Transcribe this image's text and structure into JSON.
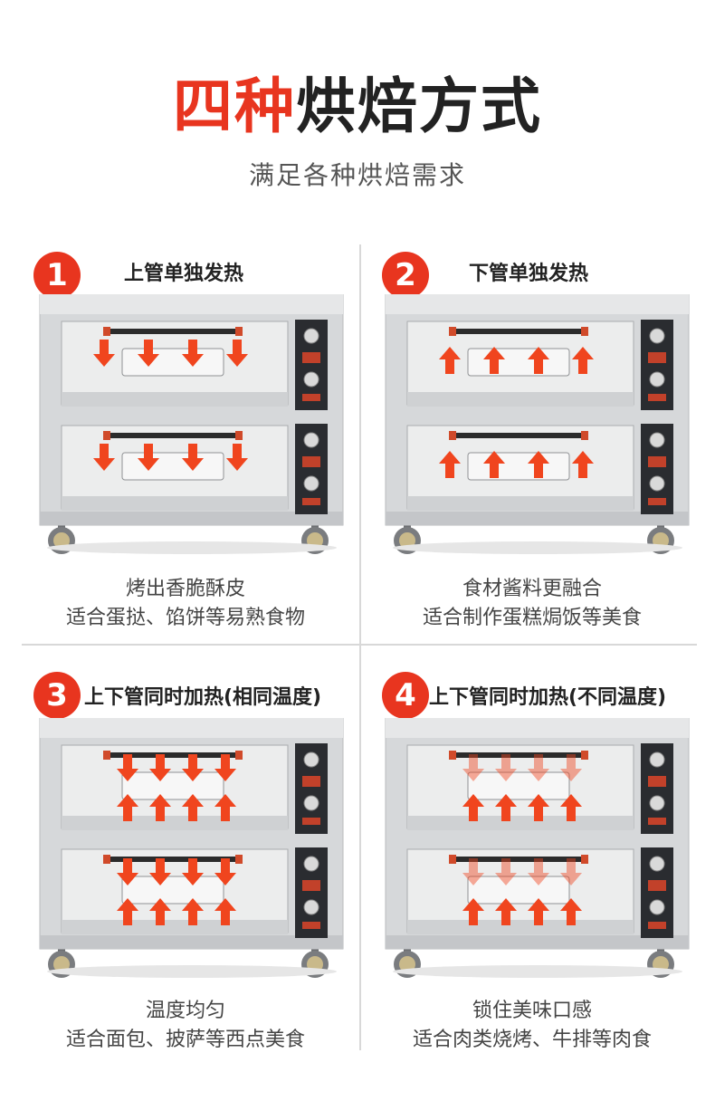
{
  "title": {
    "highlight": "四种",
    "rest": "烘焙方式"
  },
  "subtitle": "满足各种烘焙需求",
  "modes": [
    {
      "number": "1",
      "label": "上管单独发热",
      "line1": "烤出香脆酥皮",
      "line2": "适合蛋挞、馅饼等易熟食物",
      "arrows": "down"
    },
    {
      "number": "2",
      "label": "下管单独发热",
      "line1": "食材酱料更融合",
      "line2": "适合制作蛋糕焗饭等美食",
      "arrows": "up"
    },
    {
      "number": "3",
      "label": "上下管同时加热(相同温度)",
      "line1": "温度均匀",
      "line2": "适合面包、披萨等西点美食",
      "arrows": "both"
    },
    {
      "number": "4",
      "label": "上下管同时加热(不同温度)",
      "line1": "锁住美味口感",
      "line2": "适合肉类烧烤、牛排等肉食",
      "arrows": "both-weak-top"
    }
  ],
  "colors": {
    "accent": "#e8351f",
    "arrow": "#f0451e",
    "steel": "#d9dbdd"
  }
}
